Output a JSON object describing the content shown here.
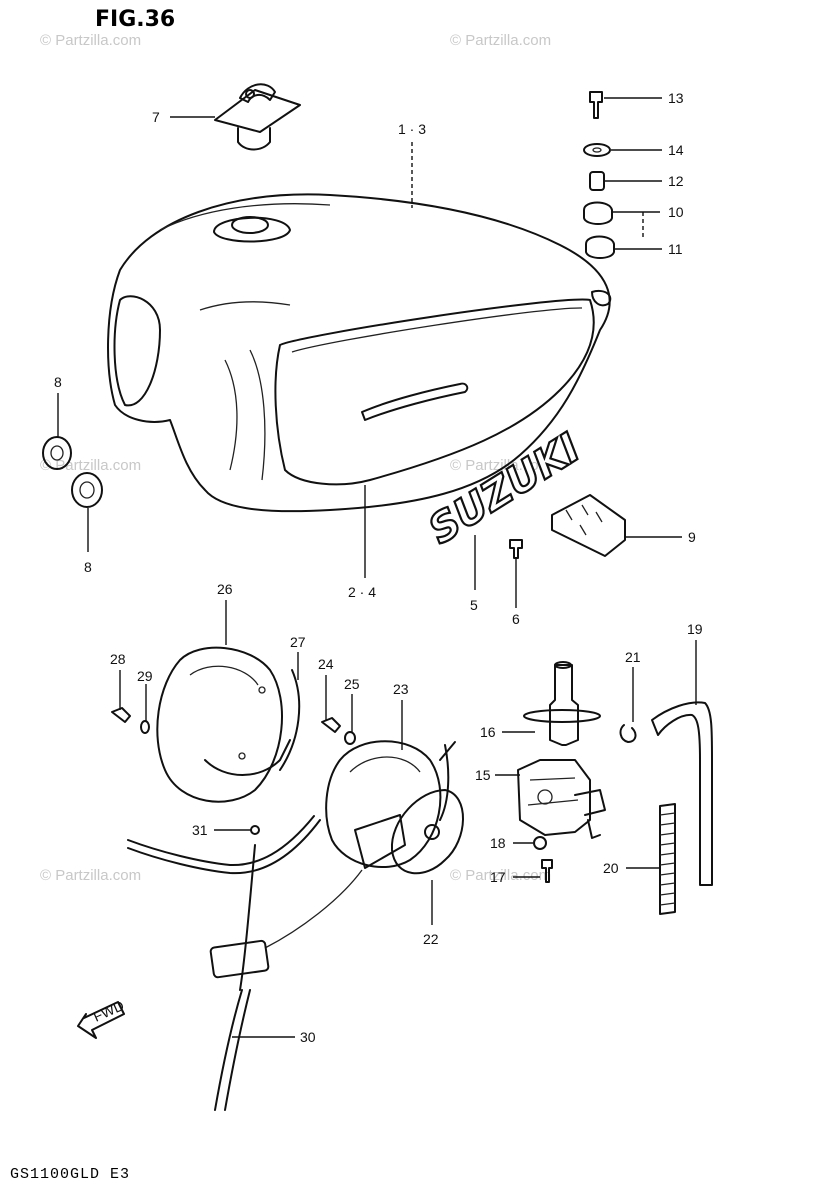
{
  "figure": {
    "title": "FIG.36",
    "model": "GS1100GLD E3"
  },
  "watermark": "© Partzilla.com",
  "brand_logo_text": "SUZUKI",
  "callouts": [
    {
      "id": "c7",
      "text": "7"
    },
    {
      "id": "c13a",
      "text": "1 · 3"
    },
    {
      "id": "c13",
      "text": "13"
    },
    {
      "id": "c14",
      "text": "14"
    },
    {
      "id": "c12",
      "text": "12"
    },
    {
      "id": "c10",
      "text": "10"
    },
    {
      "id": "c11",
      "text": "11"
    },
    {
      "id": "c8a",
      "text": "8"
    },
    {
      "id": "c8b",
      "text": "8"
    },
    {
      "id": "c24a",
      "text": "2 · 4"
    },
    {
      "id": "c5",
      "text": "5"
    },
    {
      "id": "c6",
      "text": "6"
    },
    {
      "id": "c9",
      "text": "9"
    },
    {
      "id": "c26",
      "text": "26"
    },
    {
      "id": "c27",
      "text": "27"
    },
    {
      "id": "c28",
      "text": "28"
    },
    {
      "id": "c29",
      "text": "29"
    },
    {
      "id": "c24",
      "text": "24"
    },
    {
      "id": "c25",
      "text": "25"
    },
    {
      "id": "c23",
      "text": "23"
    },
    {
      "id": "c31",
      "text": "31"
    },
    {
      "id": "c22",
      "text": "22"
    },
    {
      "id": "c30",
      "text": "30"
    },
    {
      "id": "c16",
      "text": "16"
    },
    {
      "id": "c15",
      "text": "15"
    },
    {
      "id": "c18",
      "text": "18"
    },
    {
      "id": "c17",
      "text": "17"
    },
    {
      "id": "c21",
      "text": "21"
    },
    {
      "id": "c19",
      "text": "19"
    },
    {
      "id": "c20",
      "text": "20"
    }
  ],
  "direction_arrow": {
    "label": "FWD"
  }
}
